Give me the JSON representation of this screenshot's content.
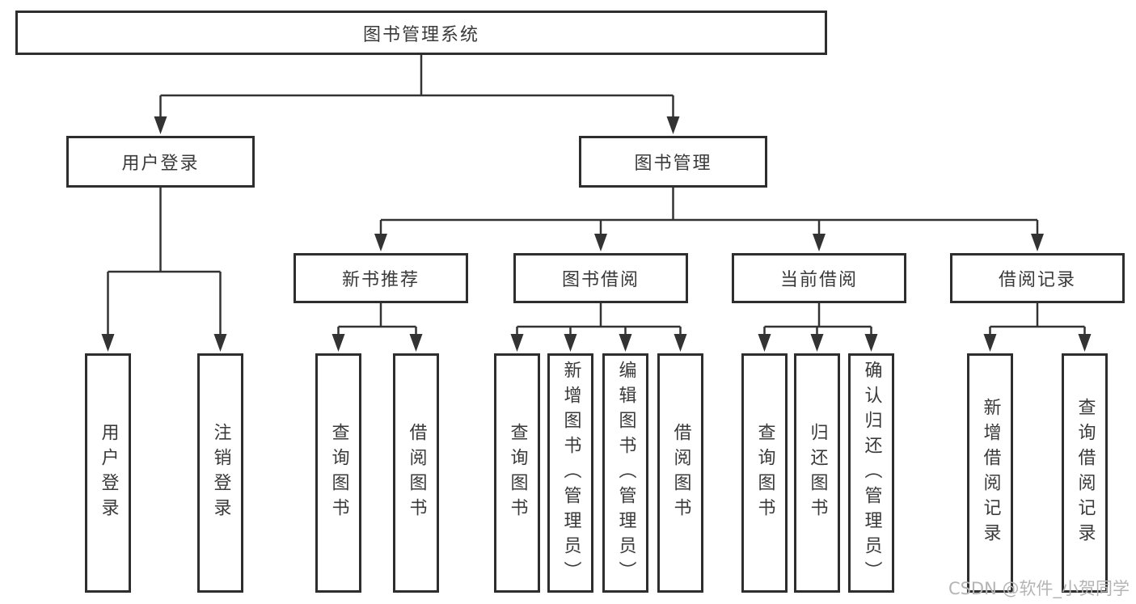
{
  "diagram": {
    "root": {
      "label": "图书管理系统"
    },
    "level2": {
      "user_login": {
        "label": "用户登录"
      },
      "book_mgmt": {
        "label": "图书管理"
      }
    },
    "level3": {
      "new_books": {
        "label": "新书推荐"
      },
      "book_borrow": {
        "label": "图书借阅"
      },
      "current_borrow": {
        "label": "当前借阅"
      },
      "borrow_records": {
        "label": "借阅记录"
      }
    },
    "leaves": {
      "user_login": {
        "label": "用户登录"
      },
      "logout": {
        "label": "注销登录"
      },
      "nb_query": {
        "label": "查询图书"
      },
      "nb_borrow": {
        "label": "借阅图书"
      },
      "bb_query": {
        "label": "查询图书"
      },
      "bb_add": {
        "label": "新增图书（管理员）"
      },
      "bb_edit": {
        "label": "编辑图书（管理员）"
      },
      "bb_borrow": {
        "label": "借阅图书"
      },
      "cb_query": {
        "label": "查询图书"
      },
      "cb_return": {
        "label": "归还图书"
      },
      "cb_confirm": {
        "label": "确认归还（管理员）"
      },
      "br_add": {
        "label": "新增借阅记录"
      },
      "br_query": {
        "label": "查询借阅记录"
      }
    }
  },
  "watermark": {
    "text": "CSDN @软件_小贺同学"
  },
  "colors": {
    "line": "#333333",
    "box_border": "#2e2e2e",
    "box_background": "#ffffff",
    "text": "#3a3a3a",
    "watermark": "#b4b4b4",
    "background": "#ffffff"
  }
}
